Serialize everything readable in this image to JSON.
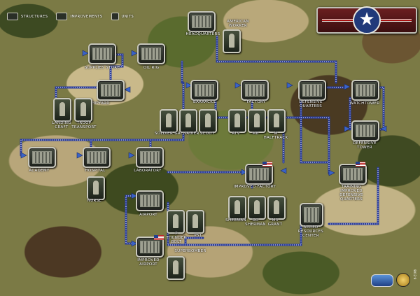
{
  "legend": {
    "structures": "STRUCTURES",
    "improvements": "IMPROVEMENTS",
    "units": "UNITS"
  },
  "nodes": {
    "headquarters": "HEADQUARTERS",
    "american_worker": "AMERICAN\nWORKER",
    "supplies_store": "SUPPLIES STORE",
    "oil_rig": "OIL RIG",
    "shipyard": "SHIPYARD",
    "landing_craft": "LANDING\nCRAFT",
    "troop_transport": "TROOP\nTRANSPORT",
    "barracks": "BARRACKS",
    "soldier": "SOLDIER",
    "grenadier": "GRENADIER",
    "scout": "SCOUT",
    "factory": "FACTORY",
    "atv": "ATV",
    "m8": "M8",
    "m_halftrack": "M\nHALFTRACK",
    "defensive_quarters": "DEFENSIVE\nQUARTERS",
    "watchtower": "WATCHTOWER",
    "defensive_tower": "DEFENSIVE\nTOWER",
    "academy": "ACADEMY",
    "hospital": "HOSPITAL",
    "nurse": "NURSE",
    "laboratory": "LABORATORY",
    "improved_factory": "IMPROVED FACTORY",
    "training_improved_defensive_quarters": "TRAINING\nIMPROVED\nDEFENSIVE\nQUARTERS",
    "sherman": "SHERMAN",
    "dd_sherman": "DD\nSHERMAN",
    "m3_grant": "M3\nGRANT",
    "allied_resources_center": "ALLIED\nRESOURCES\nCENTER",
    "airport": "AIRPORT",
    "p_thunderbolt": "P\nTHUNDER\nBOLT",
    "p51": "P51",
    "improved_airport": "IMPROVED\nAIRPORT",
    "superbomber": "SUPERBOMBER"
  },
  "stamp": "9012 9",
  "colors": {
    "line": "#3b4fb8",
    "line_dot": "#e6e6ff",
    "arrow": "#3a63c8"
  }
}
